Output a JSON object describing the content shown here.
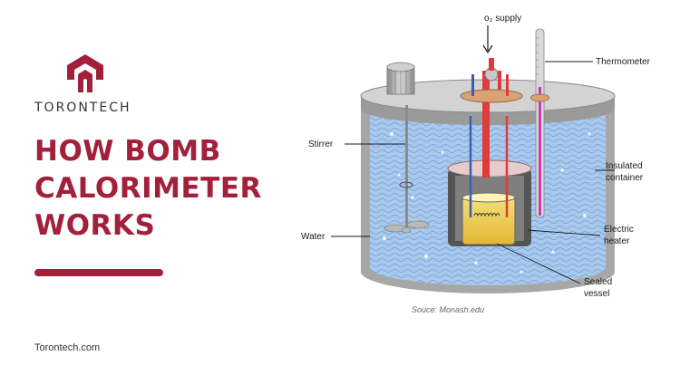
{
  "brand": {
    "name": "TORONTECH",
    "logo_icon": "torontech-logo-icon"
  },
  "headline": {
    "lines": [
      "HOW BOMB",
      "CALORIMETER",
      "WORKS"
    ]
  },
  "footer": {
    "site": "Torontech.com"
  },
  "diagram": {
    "labels": {
      "o2_supply": "o₂ supply",
      "thermometer": "Thermometer",
      "stirrer": "Stirrer",
      "insulated_line1": "Insulated",
      "insulated_line2": "container",
      "electric_line1": "Electric",
      "electric_line2": "heater",
      "water": "Water",
      "sealed_line1": "Sealed",
      "sealed_line2": "vessel"
    },
    "source": "Souce: Monash.edu"
  },
  "colors": {
    "brand": "#a3203a",
    "water": "#a9c9ec",
    "accent": "#e03a3a"
  }
}
